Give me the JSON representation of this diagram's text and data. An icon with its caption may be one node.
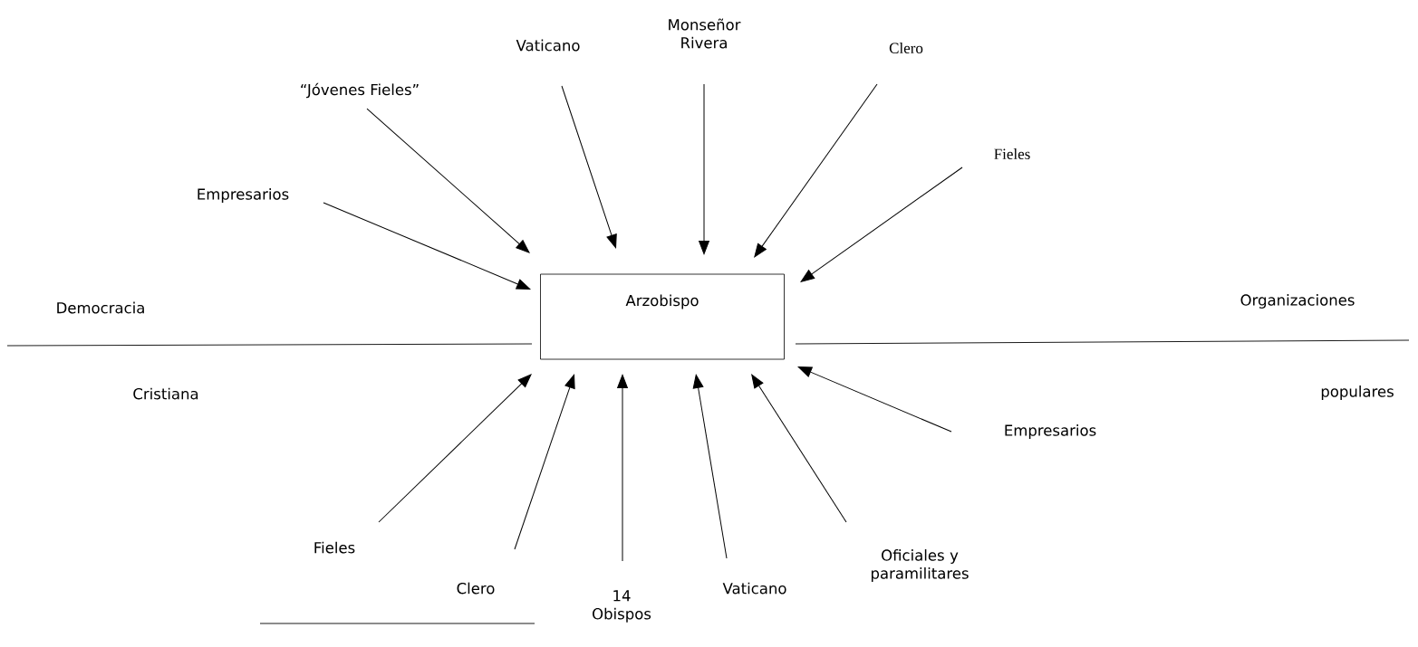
{
  "diagram": {
    "nodes": [
      {
        "text": [
          "Arzobispo"
        ]
      },
      {
        "text": [
          "“Jóvenes Fieles”"
        ]
      },
      {
        "text": [
          "Vaticano"
        ]
      },
      {
        "text": [
          "Monseñor Rivera"
        ]
      },
      {
        "text": [
          "Clero"
        ]
      },
      {
        "text": [
          "Fieles"
        ]
      },
      {
        "text": [
          "Empresarios"
        ]
      },
      {
        "text": [
          "Empresarios"
        ]
      },
      {
        "text": [
          "Fieles"
        ]
      },
      {
        "text": [
          "Clero"
        ]
      },
      {
        "text": [
          "14 Obispos"
        ]
      },
      {
        "text": [
          "Vaticano"
        ]
      },
      {
        "text": [
          "Oficiales y paramilitares"
        ]
      }
    ],
    "edges": [
      {
        "from": 1,
        "to": 0,
        "arrow": "to"
      },
      {
        "from": 2,
        "to": 0,
        "arrow": "to"
      },
      {
        "from": 3,
        "to": 0,
        "arrow": "to"
      },
      {
        "from": 4,
        "to": 0,
        "arrow": "to"
      },
      {
        "from": 5,
        "to": 0,
        "arrow": "to"
      },
      {
        "from": 6,
        "to": 0,
        "arrow": "to"
      },
      {
        "from": 7,
        "to": 0,
        "arrow": "to"
      },
      {
        "from": 8,
        "to": 0,
        "arrow": "to"
      },
      {
        "from": 9,
        "to": 0,
        "arrow": "to"
      },
      {
        "from": 10,
        "to": 0,
        "arrow": "to"
      },
      {
        "from": 11,
        "to": 0,
        "arrow": "to"
      },
      {
        "from": 12,
        "to": 0,
        "arrow": "to"
      }
    ],
    "labels": [
      "Democracia",
      "Organizaciones",
      "Cristiana",
      "populares"
    ]
  }
}
